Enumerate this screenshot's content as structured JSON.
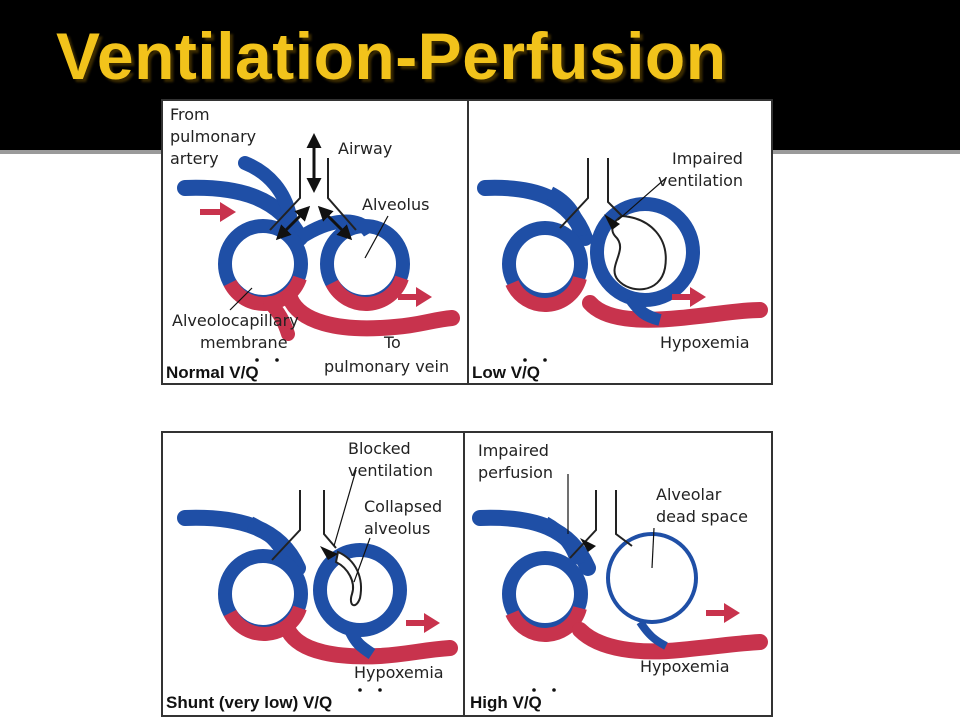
{
  "slide": {
    "title": "Ventilation-Perfusion"
  },
  "colors": {
    "artery": "#1f4fa6",
    "vein": "#c8334d",
    "title": "#f2c31b",
    "panel_border": "#333333"
  },
  "panels": [
    {
      "caption": "Normal V/Q",
      "labels": {
        "from_artery_1": "From",
        "from_artery_2": "pulmonary",
        "from_artery_3": "artery",
        "airway": "Airway",
        "alveolus": "Alveolus",
        "membrane_1": "Alveolocapillary",
        "membrane_2": "membrane",
        "to_vein_1": "To",
        "to_vein_2": "pulmonary vein"
      }
    },
    {
      "caption": "Low V/Q",
      "labels": {
        "impaired_1": "Impaired",
        "impaired_2": "ventilation",
        "hypoxemia": "Hypoxemia"
      }
    },
    {
      "caption": "Shunt (very low) V/Q",
      "labels": {
        "blocked_1": "Blocked",
        "blocked_2": "ventilation",
        "collapsed_1": "Collapsed",
        "collapsed_2": "alveolus",
        "hypoxemia": "Hypoxemia"
      }
    },
    {
      "caption": "High V/Q",
      "labels": {
        "perfusion_1": "Impaired",
        "perfusion_2": "perfusion",
        "dead_1": "Alveolar",
        "dead_2": "dead space",
        "hypoxemia": "Hypoxemia"
      }
    }
  ]
}
